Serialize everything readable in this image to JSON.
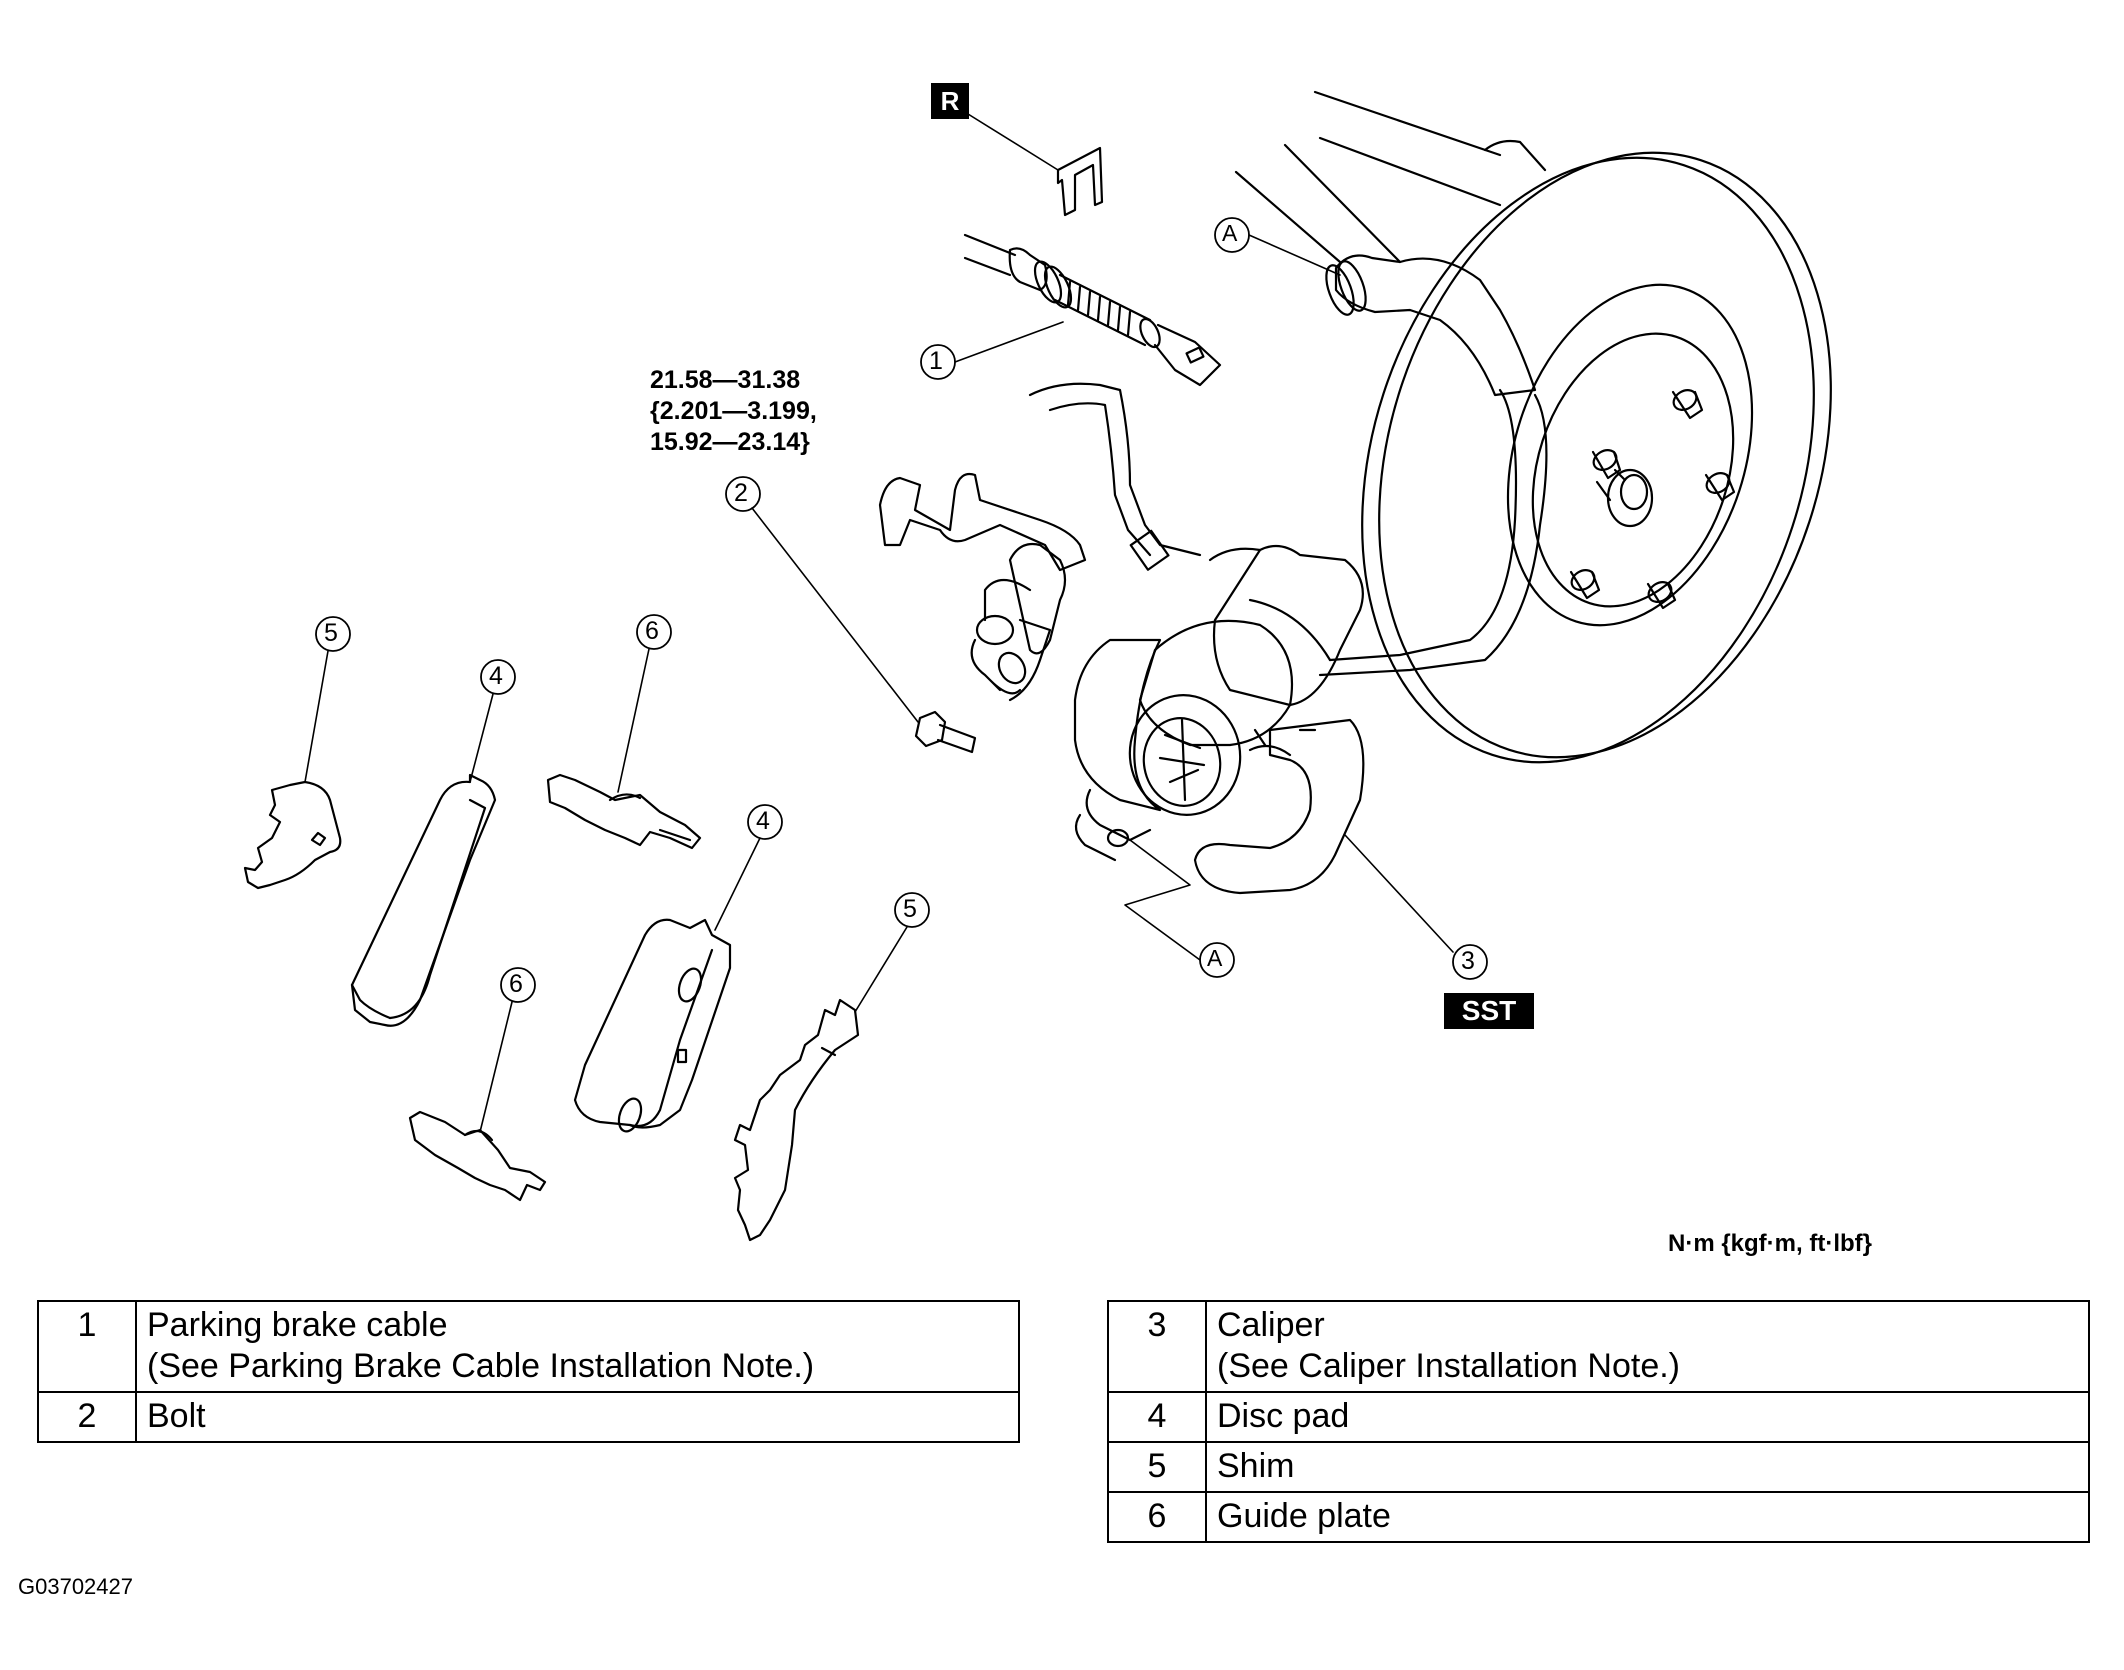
{
  "callouts": {
    "torque_spec": "21.58—31.38",
    "torque_spec_kgf": "{2.201—3.199,",
    "torque_spec_ftlbf": "15.92—23.14}",
    "unit_note": "N·m {kgf·m, ft·lbf}",
    "tag_r": "R",
    "tag_sst": "SST",
    "point_a": "A",
    "figure_id": "G03702427",
    "numbers": [
      "1",
      "2",
      "3",
      "4",
      "5",
      "6"
    ]
  },
  "table_left": {
    "rows": [
      {
        "num": "1",
        "line1": "Parking brake cable",
        "line2": "(See Parking Brake Cable Installation Note.)"
      },
      {
        "num": "2",
        "line1": "Bolt"
      }
    ]
  },
  "table_right": {
    "rows": [
      {
        "num": "3",
        "line1": "Caliper",
        "line2": "(See Caliper Installation Note.)"
      },
      {
        "num": "4",
        "line1": "Disc pad"
      },
      {
        "num": "5",
        "line1": "Shim"
      },
      {
        "num": "6",
        "line1": "Guide plate"
      }
    ]
  }
}
